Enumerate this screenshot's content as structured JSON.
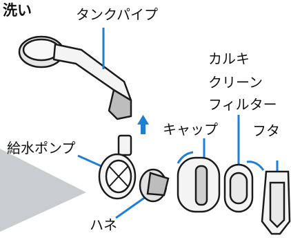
{
  "title_fragment": "洗い",
  "parts": {
    "tank_pipe": "タンクパイプ",
    "calc_filter_line1": "カルキ",
    "calc_filter_line2": "クリーン",
    "calc_filter_line3": "フィルター",
    "cap": "キャップ",
    "lid": "フタ",
    "water_pump": "給水ポンプ",
    "impeller": "ハネ"
  },
  "colors": {
    "outline": "#1a1a1a",
    "part_fill": "#f4f4f4",
    "shade": "#bdbdbd",
    "blue_accent": "#1e7fd6",
    "gray_wedge": "#c9ccd1"
  }
}
